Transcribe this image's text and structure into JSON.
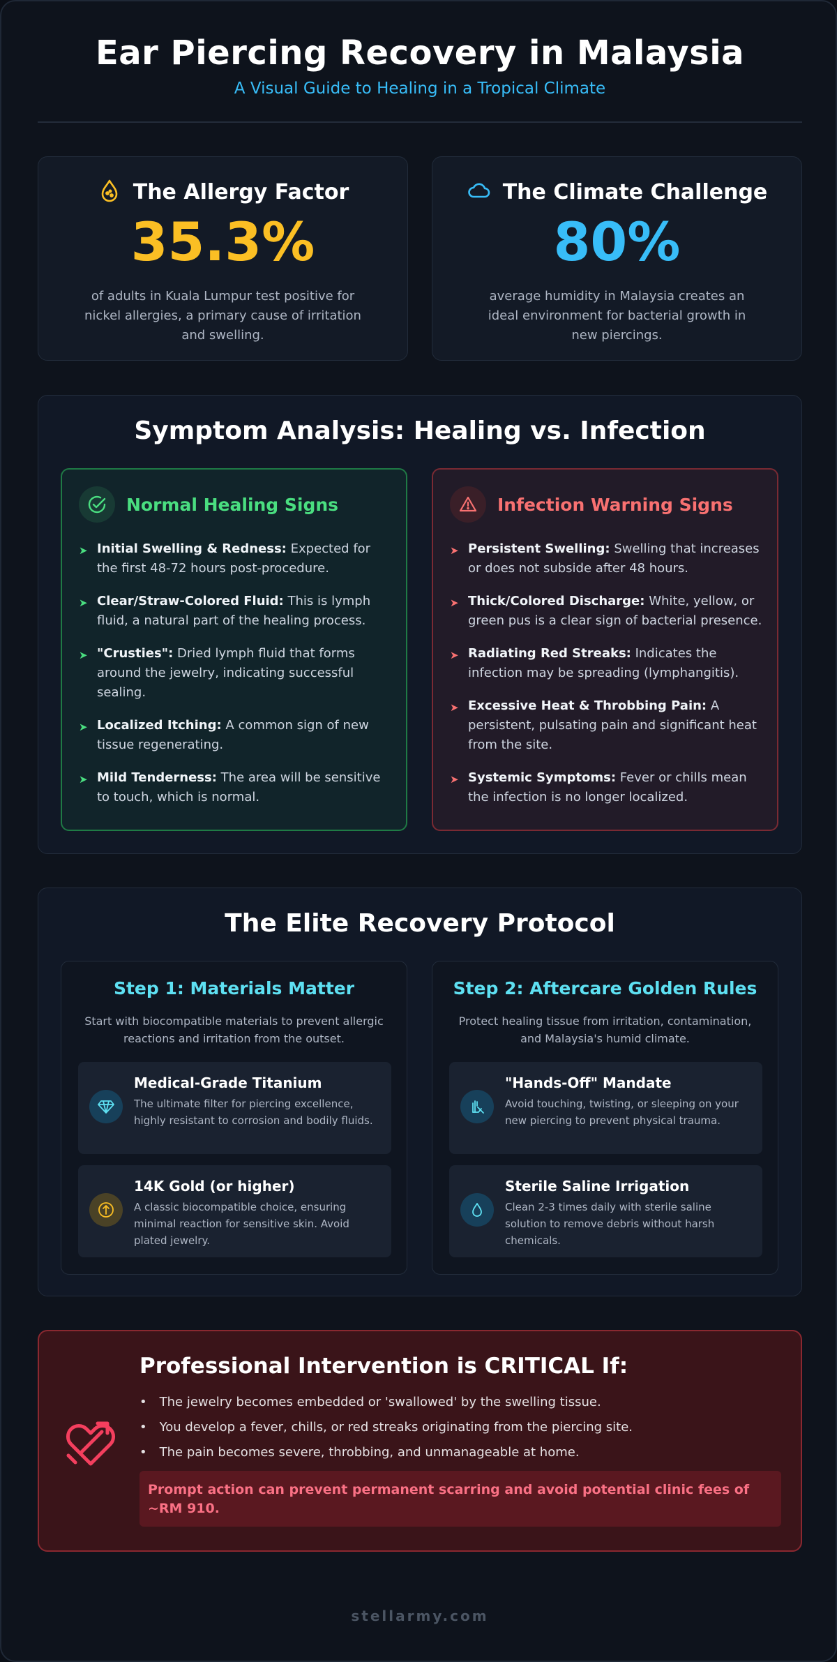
{
  "header": {
    "title": "Ear Piercing Recovery in Malaysia",
    "subtitle": "A Visual Guide to Healing in a Tropical Climate"
  },
  "stats": [
    {
      "icon": "allergy-drop-icon",
      "title": "The Allergy Factor",
      "value": "35.3%",
      "description": "of adults in Kuala Lumpur test positive for nickel allergies, a primary cause of irritation and swelling.",
      "color": "#fbbf24"
    },
    {
      "icon": "cloud-icon",
      "title": "The Climate Challenge",
      "value": "80%",
      "description": "average humidity in Malaysia creates an ideal environment for bacterial growth in new piercings.",
      "color": "#38bdf8"
    }
  ],
  "symptoms": {
    "title": "Symptom Analysis: Healing vs. Infection",
    "normal": {
      "icon": "check-circle-icon",
      "title": "Normal Healing Signs",
      "items": [
        {
          "term": "Initial Swelling & Redness:",
          "text": "Expected for the first 48-72 hours post-procedure."
        },
        {
          "term": "Clear/Straw-Colored Fluid:",
          "text": "This is lymph fluid, a natural part of the healing process."
        },
        {
          "term": "\"Crusties\":",
          "text": "Dried lymph fluid that forms around the jewelry, indicating successful sealing."
        },
        {
          "term": "Localized Itching:",
          "text": "A common sign of new tissue regenerating."
        },
        {
          "term": "Mild Tenderness:",
          "text": "The area will be sensitive to touch, which is normal."
        }
      ]
    },
    "infection": {
      "icon": "warning-triangle-icon",
      "title": "Infection Warning Signs",
      "items": [
        {
          "term": "Persistent Swelling:",
          "text": "Swelling that increases or does not subside after 48 hours."
        },
        {
          "term": "Thick/Colored Discharge:",
          "text": "White, yellow, or green pus is a clear sign of bacterial presence."
        },
        {
          "term": "Radiating Red Streaks:",
          "text": "Indicates the infection may be spreading (lymphangitis)."
        },
        {
          "term": "Excessive Heat & Throbbing Pain:",
          "text": "A persistent, pulsating pain and significant heat from the site."
        },
        {
          "term": "Systemic Symptoms:",
          "text": "Fever or chills mean the infection is no longer localized."
        }
      ]
    }
  },
  "protocol": {
    "title": "The Elite Recovery Protocol",
    "steps": [
      {
        "title": "Step 1: Materials Matter",
        "description": "Start with biocompatible materials to prevent allergic reactions and irritation from the outset.",
        "items": [
          {
            "icon": "diamond-icon",
            "title": "Medical-Grade Titanium",
            "text": "The ultimate filter for piercing excellence, highly resistant to corrosion and bodily fluids."
          },
          {
            "icon": "gold-coin-icon",
            "title": "14K Gold (or higher)",
            "text": "A classic biocompatible choice, ensuring minimal reaction for sensitive skin. Avoid plated jewelry."
          }
        ]
      },
      {
        "title": "Step 2: Aftercare Golden Rules",
        "description": "Protect healing tissue from irritation, contamination, and Malaysia's humid climate.",
        "items": [
          {
            "icon": "no-touch-hand-icon",
            "title": "\"Hands-Off\" Mandate",
            "text": "Avoid touching, twisting, or sleeping on your new piercing to prevent physical trauma."
          },
          {
            "icon": "water-drop-icon",
            "title": "Sterile Saline Irrigation",
            "text": "Clean 2-3 times daily with sterile saline solution to remove debris without harsh chemicals."
          }
        ]
      }
    ]
  },
  "alert": {
    "icon": "heart-bandage-icon",
    "title": "Professional Intervention is CRITICAL If:",
    "items": [
      "The jewelry becomes embedded or 'swallowed' by the swelling tissue.",
      "You develop a fever, chills, or red streaks originating from the piercing site.",
      "The pain becomes severe, throbbing, and unmanageable at home."
    ],
    "note": "Prompt action can prevent permanent scarring and avoid potential clinic fees of ~RM 910."
  },
  "footer": {
    "text": "stellarmy.com"
  }
}
